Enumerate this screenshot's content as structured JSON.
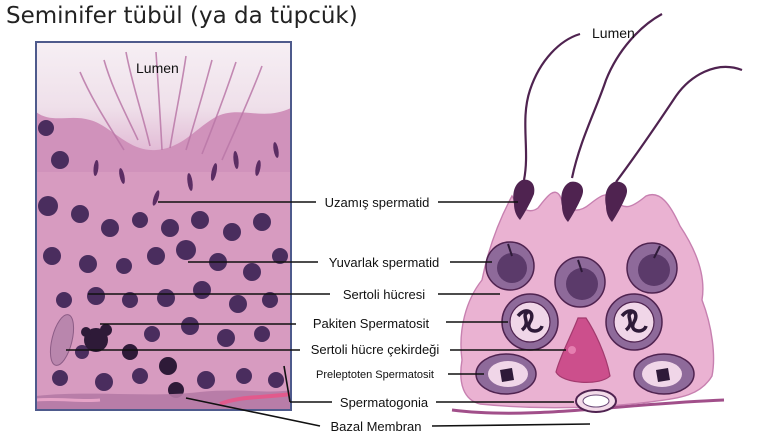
{
  "title": "Seminifer tübül (ya da tüpcük)",
  "photo_lumen_label": "Lumen",
  "diagram_lumen_label": "Lumen",
  "labels": [
    "Uzamış spermatid",
    "Yuvarlak spermatid",
    "Sertoli hücresi",
    "Pakiten Spermatosit",
    "Sertoli hücre çekirdeği",
    "Preleptoten Spermatosit",
    "Spermatogonia",
    "Bazal Membran"
  ],
  "colors": {
    "tissue_pink": "#d99ac0",
    "nucleus_purple": "#4a2d5e",
    "sertoli_cell": "#eab2d2",
    "sertoli_nucleus": "#cc4f8c",
    "membrane": "#a14f8a",
    "spermatid_dark": "#4f2350"
  }
}
